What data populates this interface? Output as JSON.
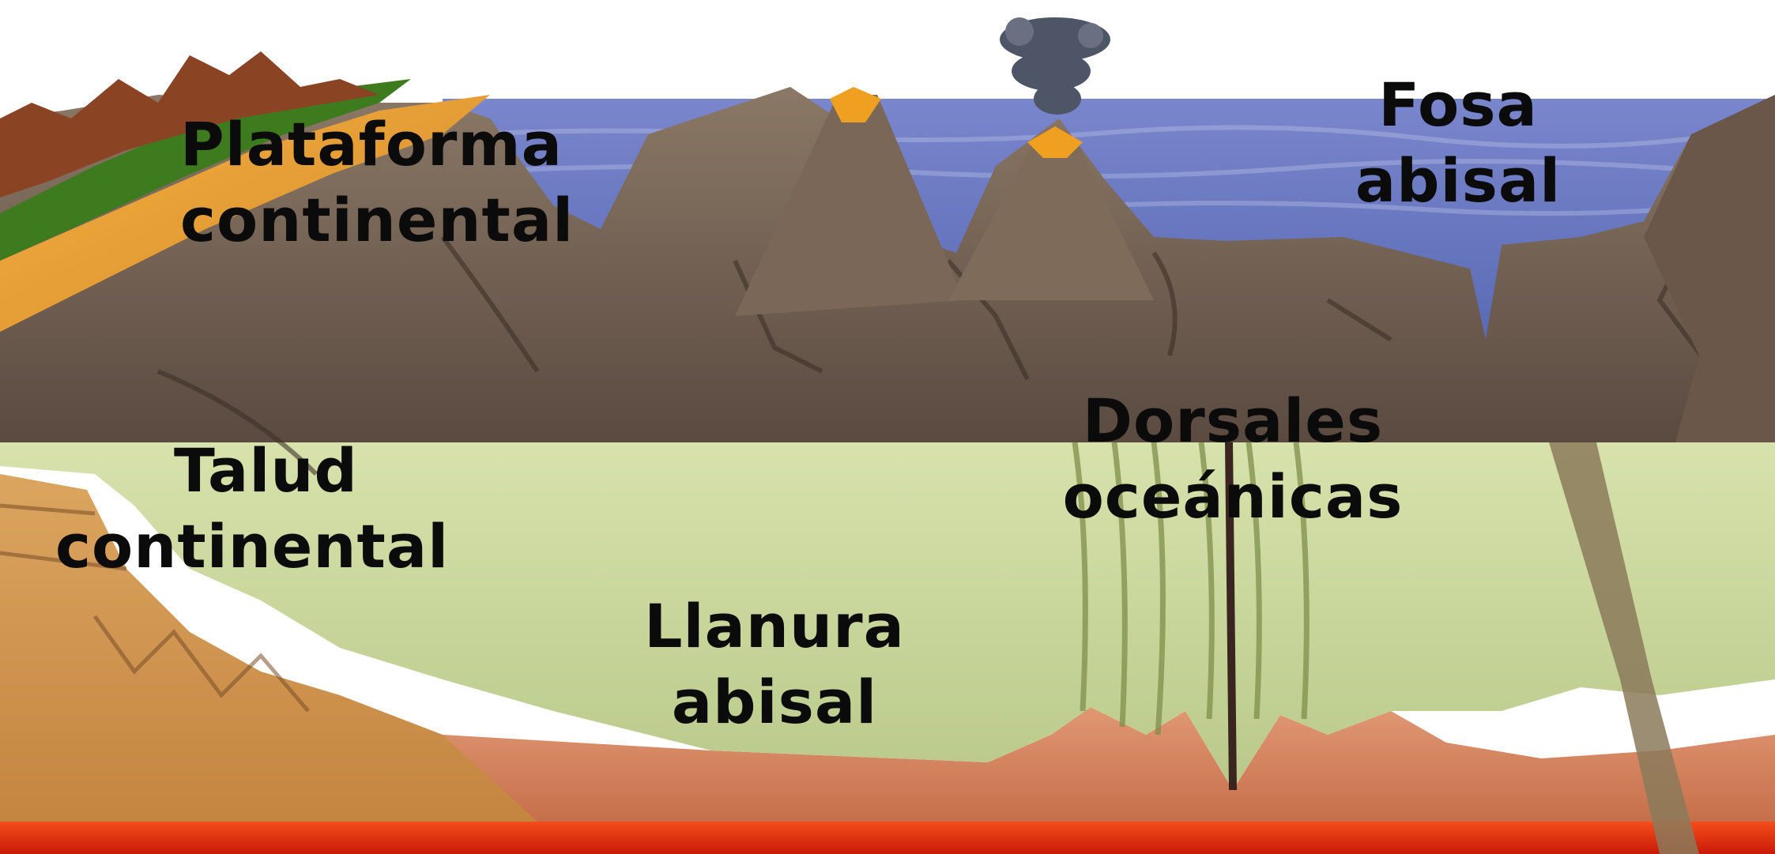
{
  "labels": {
    "plataforma": {
      "line1": "Plataforma",
      "line2": "continental"
    },
    "fosa": {
      "line1": "Fosa",
      "line2": "abisal"
    },
    "talud": {
      "line1": "Talud",
      "line2": "continental"
    },
    "dorsales": {
      "line1": "Dorsales",
      "line2": "oceánicas"
    },
    "llanura": {
      "line1": "Llanura",
      "line2": "abisal"
    }
  },
  "colors": {
    "ocean": "#5b6fb8",
    "rock": "#6b5a4e",
    "abyssal_green": "#c9d79a",
    "crust": "#d98a63",
    "magma": "#e63010",
    "sediment": "#d69e4e",
    "vegetation": "#3e7a1e"
  }
}
